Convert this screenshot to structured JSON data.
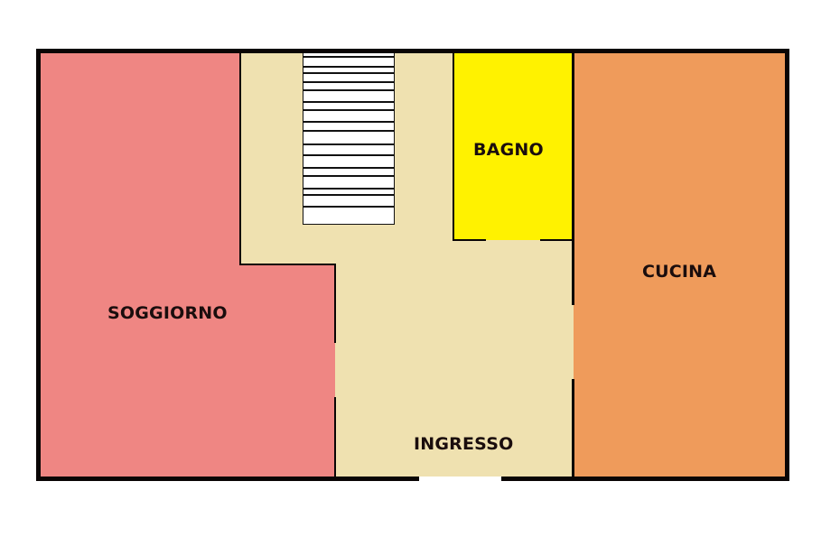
{
  "floorplan": {
    "rooms": [
      {
        "id": "soggiorno",
        "label": "SOGGIORNO",
        "color": "#EF8683"
      },
      {
        "id": "ingresso",
        "label": "INGRESSO",
        "color": "#EFE1B0"
      },
      {
        "id": "bagno",
        "label": "BAGNO",
        "color": "#FFF200"
      },
      {
        "id": "cucina",
        "label": "CUCINA",
        "color": "#EF9B5B"
      }
    ],
    "stairs": {
      "color": "#FFFFFF",
      "step_count": 14
    },
    "wall_color": "#0A0505",
    "background": "#FFFFFF"
  }
}
